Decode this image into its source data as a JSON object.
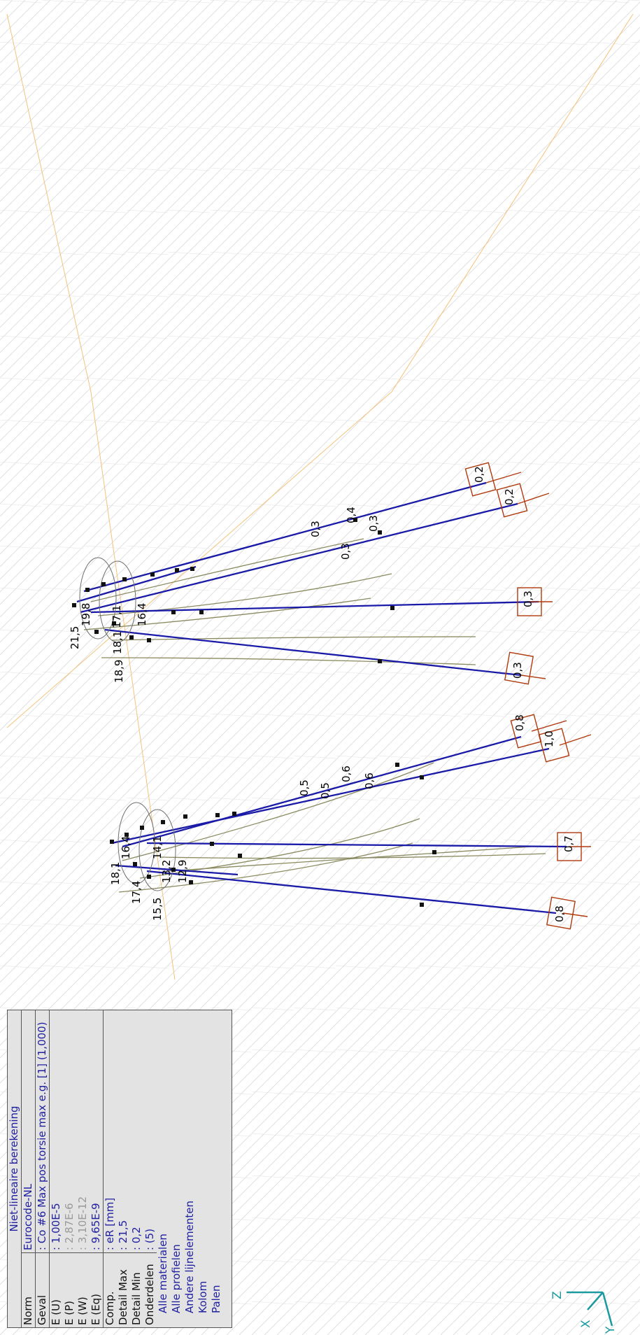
{
  "legend": {
    "title": "Niet-lineaire berekening",
    "rows": [
      {
        "label": "Norm",
        "value": "Eurocode-NL"
      },
      {
        "label": "Geval",
        "value": ": Co #6 Max pos torsie max e.g. [1] (1,000)"
      },
      {
        "label": "E (U)",
        "value": ": 1,00E-5"
      },
      {
        "label": "E (P)",
        "value": ": 2,87E-6"
      },
      {
        "label": "E (W)",
        "value": ": 3,10E-12"
      },
      {
        "label": "E (Eq)",
        "value": ": 9,65E-9"
      },
      {
        "label": "Comp.",
        "value": ": eR [mm]"
      },
      {
        "label": "Detail Max",
        "value": ": 21,5"
      },
      {
        "label": "Detail Min",
        "value": ": 0,2"
      },
      {
        "label": "Onderdelen",
        "value": ": (5)"
      }
    ],
    "filters": [
      "Alle materialen",
      "Alle profielen",
      "Andere lijnelementen",
      "Kolom",
      "Palen"
    ]
  },
  "axes": {
    "z": "Z",
    "x": "X",
    "y": "Y"
  },
  "colors": {
    "member": "#1a1aa8",
    "deformed": "#8a8a60",
    "support": "#b03a0e",
    "grid": "#d8d8d8",
    "guide": "#f5c27a",
    "axis": "#1b9aa0"
  },
  "value_labels": {
    "front_top": [
      "18,1",
      "16,4",
      "17,4",
      "15,5",
      "14,1",
      "13,2",
      "12,9"
    ],
    "front_bottom": [
      "0,5",
      "0,5",
      "0,6",
      "0,6",
      "0,8",
      "1,0",
      "0,7",
      "0,8"
    ],
    "back_top": [
      "21,5",
      "19,8",
      "18,9",
      "18,1",
      "17,1",
      "16,4"
    ],
    "back_bottom": [
      "0,3",
      "0,4",
      "0,3",
      "0,3",
      "0,2",
      "0,2",
      "0,3",
      "0,3"
    ]
  }
}
